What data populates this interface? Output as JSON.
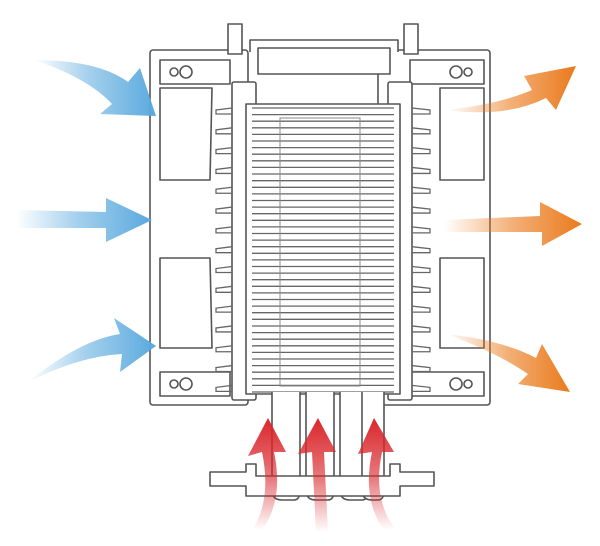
{
  "diagram": {
    "subject": "cpu-tower-cooler-airflow",
    "colors": {
      "intake_air": "#5aa9de",
      "exhaust_air": "#ea7a1c",
      "heat": "#d9262b",
      "outline": "#555555",
      "fill": "#ffffff"
    },
    "arrows": {
      "intake_count": 3,
      "exhaust_count": 3,
      "heat_count": 3
    },
    "heat_pipe_count": 3
  }
}
